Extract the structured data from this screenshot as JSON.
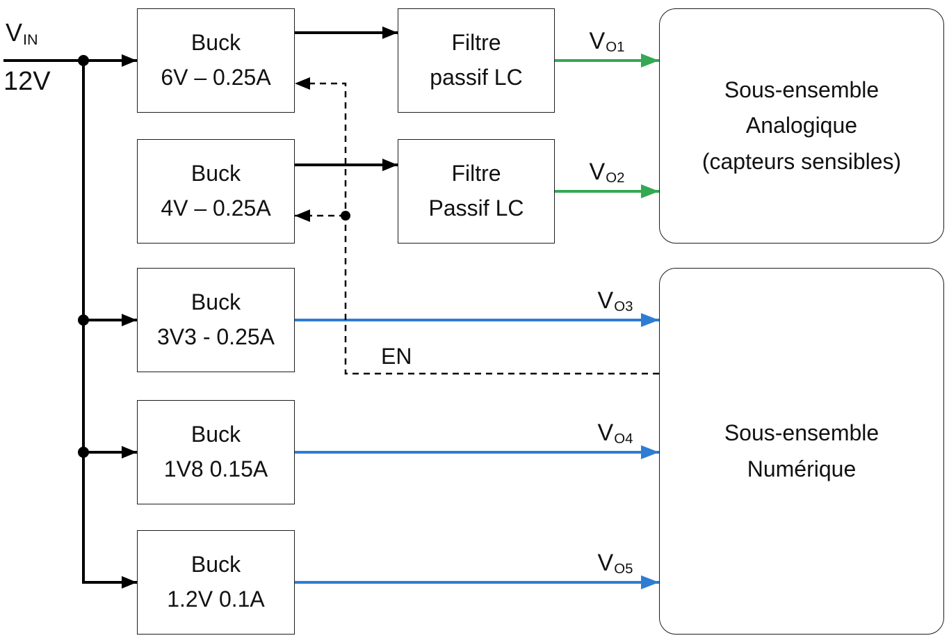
{
  "diagram": {
    "input": {
      "symbol": "V",
      "subscript": "IN",
      "value": "12V"
    },
    "bucks": [
      {
        "line1": "Buck",
        "line2": "6V – 0.25A"
      },
      {
        "line1": "Buck",
        "line2": "4V – 0.25A"
      },
      {
        "line1": "Buck",
        "line2": "3V3 - 0.25A"
      },
      {
        "line1": "Buck",
        "line2": "1V8 0.15A"
      },
      {
        "line1": "Buck",
        "line2": "1.2V 0.1A"
      }
    ],
    "filters": [
      {
        "line1": "Filtre",
        "line2": "passif LC"
      },
      {
        "line1": "Filtre",
        "line2": "Passif LC"
      }
    ],
    "subsystems": {
      "analog": {
        "line1": "Sous-ensemble",
        "line2": "Analogique",
        "line3": "(capteurs sensibles)"
      },
      "digital": {
        "line1": "Sous-ensemble",
        "line2": "Numérique"
      }
    },
    "outputs": [
      {
        "symbol": "V",
        "subscript": "O1"
      },
      {
        "symbol": "V",
        "subscript": "O2"
      },
      {
        "symbol": "V",
        "subscript": "O3"
      },
      {
        "symbol": "V",
        "subscript": "O4"
      },
      {
        "symbol": "V",
        "subscript": "O5"
      }
    ],
    "enable": {
      "label": "EN"
    },
    "colors": {
      "wire": "#000000",
      "analog_output_arrow": "#34a853",
      "digital_output_arrow": "#2e7dd2",
      "block_border": "#1c1c1c"
    }
  }
}
